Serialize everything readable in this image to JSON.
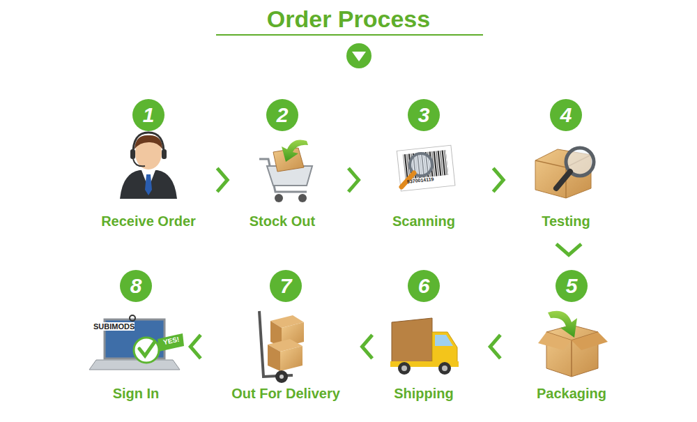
{
  "diagram": {
    "title": "Order Process",
    "nodes": [
      {
        "text": [
          "1",
          "Receive Order"
        ]
      },
      {
        "text": [
          "2",
          "Stock Out"
        ]
      },
      {
        "text": [
          "3",
          "Scanning"
        ]
      },
      {
        "text": [
          "4",
          "Testing"
        ]
      },
      {
        "text": [
          "5",
          "Packaging"
        ]
      },
      {
        "text": [
          "6",
          "Shipping"
        ]
      },
      {
        "text": [
          "7",
          "Out For Delivery"
        ]
      },
      {
        "text": [
          "8",
          "Sign In"
        ]
      }
    ],
    "edges": [
      {
        "from": 0,
        "to": 1,
        "arrow": "to"
      },
      {
        "from": 1,
        "to": 2,
        "arrow": "to"
      },
      {
        "from": 2,
        "to": 3,
        "arrow": "to"
      },
      {
        "from": 3,
        "to": 4,
        "arrow": "to"
      },
      {
        "from": 4,
        "to": 5,
        "arrow": "to"
      },
      {
        "from": 5,
        "to": 6,
        "arrow": "to"
      },
      {
        "from": 6,
        "to": 7,
        "arrow": "to"
      }
    ],
    "labels": [
      "5370014119",
      "SUBIMODS",
      "YES!"
    ]
  }
}
